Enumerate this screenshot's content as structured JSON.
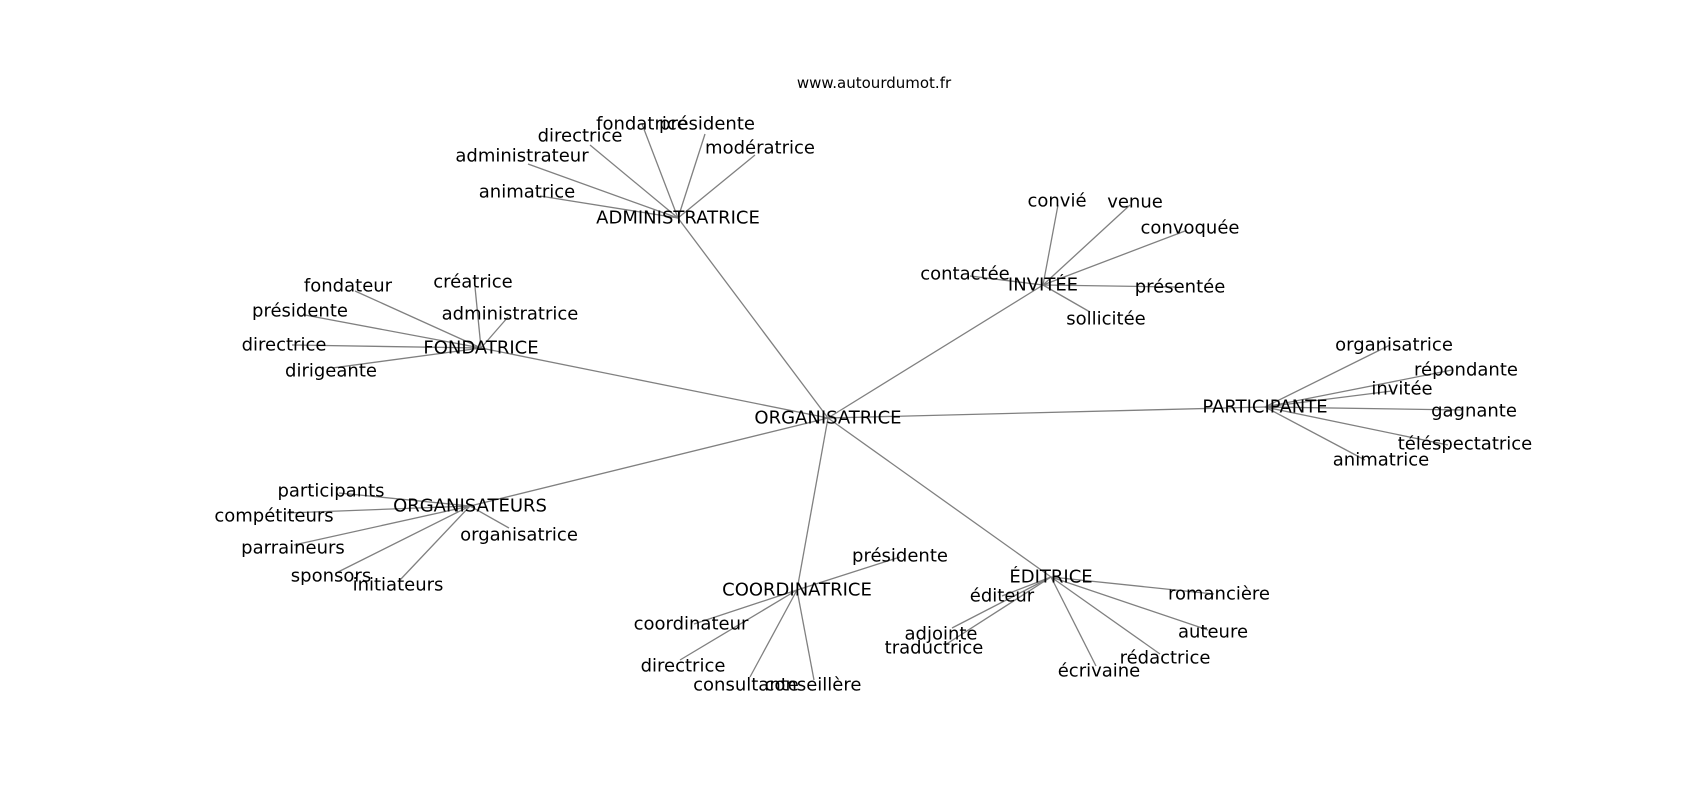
{
  "watermark": "www.autourdumot.fr",
  "colors": {
    "edge": "#808080",
    "text": "#000000",
    "background": "#ffffff"
  },
  "graph": {
    "center": "ORGANISATRICE",
    "hubs": [
      {
        "id": "administratrice",
        "label": "ADMINISTRATRICE",
        "leaves": [
          "fondatrice",
          "présidente",
          "directrice",
          "modératrice",
          "administrateur",
          "animatrice"
        ]
      },
      {
        "id": "invitee",
        "label": "INVITÉE",
        "leaves": [
          "convié",
          "venue",
          "convoquée",
          "contactée",
          "présentée",
          "sollicitée"
        ]
      },
      {
        "id": "fondatrice",
        "label": "FONDATRICE",
        "leaves": [
          "créatrice",
          "fondateur",
          "présidente",
          "administratrice",
          "directrice",
          "dirigeante"
        ]
      },
      {
        "id": "participante",
        "label": "PARTICIPANTE",
        "leaves": [
          "organisatrice",
          "répondante",
          "invitée",
          "gagnante",
          "téléspectatrice",
          "animatrice"
        ]
      },
      {
        "id": "organisateurs",
        "label": "ORGANISATEURS",
        "leaves": [
          "participants",
          "compétiteurs",
          "organisatrice",
          "parraineurs",
          "sponsors",
          "initiateurs"
        ]
      },
      {
        "id": "coordinatrice",
        "label": "COORDINATRICE",
        "leaves": [
          "présidente",
          "coordinateur",
          "directrice",
          "consultante",
          "conseillère"
        ]
      },
      {
        "id": "editrice",
        "label": "ÉDITRICE",
        "leaves": [
          "éditeur",
          "romancière",
          "adjointe",
          "traductrice",
          "auteure",
          "rédactrice",
          "écrivaine"
        ]
      }
    ]
  }
}
